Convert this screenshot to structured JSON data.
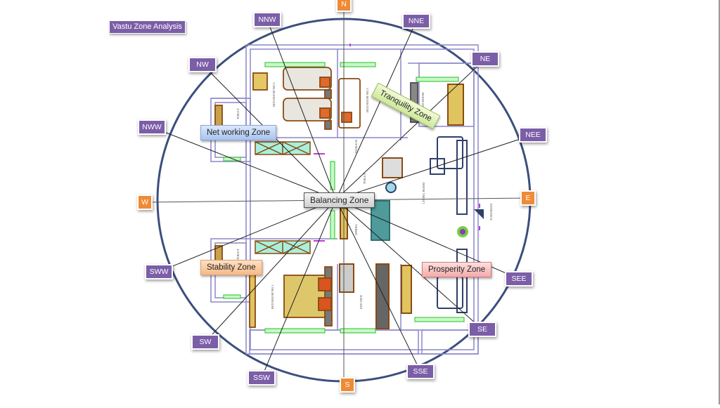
{
  "title": "Vastu  Zone Analysis",
  "colors": {
    "circle": "#3b4f7d",
    "sub_direction_bg": "#7b5ea7",
    "main_direction_bg": "#f08a35",
    "wall": "#8c87c9",
    "window": "#7ee37e",
    "furniture_wood": "#c9a24a",
    "furniture_brown": "#8a4a12",
    "door": "#c03bd6",
    "sofa": "#2f3f6b"
  },
  "directions": [
    {
      "id": "N",
      "label": "N",
      "type": "main"
    },
    {
      "id": "NNE",
      "label": "NNE",
      "type": "sub"
    },
    {
      "id": "NE",
      "label": "NE",
      "type": "sub"
    },
    {
      "id": "NEE",
      "label": "NEE",
      "type": "sub"
    },
    {
      "id": "E",
      "label": "E",
      "type": "main"
    },
    {
      "id": "SEE",
      "label": "SEE",
      "type": "sub"
    },
    {
      "id": "SE",
      "label": "SE",
      "type": "sub"
    },
    {
      "id": "SSE",
      "label": "SSE",
      "type": "sub"
    },
    {
      "id": "S",
      "label": "S",
      "type": "main"
    },
    {
      "id": "SSW",
      "label": "SSW",
      "type": "sub"
    },
    {
      "id": "SW",
      "label": "SW",
      "type": "sub"
    },
    {
      "id": "SWW",
      "label": "SWW",
      "type": "sub"
    },
    {
      "id": "W",
      "label": "W",
      "type": "main"
    },
    {
      "id": "NWW",
      "label": "NWW",
      "type": "sub"
    },
    {
      "id": "NW",
      "label": "NW",
      "type": "sub"
    },
    {
      "id": "NNW",
      "label": "NNW",
      "type": "sub"
    }
  ],
  "zones": {
    "net_working": "Net working Zone",
    "balancing": "Balancing  Zone",
    "tranquility": "Tranquility Zone",
    "stability": "Stability Zone",
    "prosperity": "Prosperity Zone"
  },
  "rooms": {
    "bed_room_2": "BED ROOM NO.2",
    "bed_room_3": "BED ROOM NO.3",
    "bed_room_1": "BED ROOM NO.1",
    "toilet_nw": "TOILET",
    "toilet_sw": "TOILET",
    "toilet_center": "TOILET",
    "passage": "PASSAGE",
    "dining": "DINING",
    "living_room": "LIVING ROOM",
    "kitchen": "KITCHEN",
    "pooja": "POOJA ROOM",
    "entrance": "ENTRANCE"
  }
}
